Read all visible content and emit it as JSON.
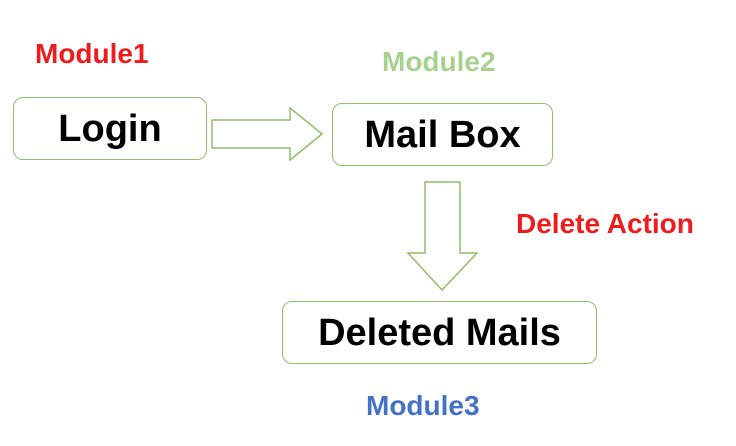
{
  "labels": {
    "module1": "Module1",
    "module2": "Module2",
    "module3": "Module3",
    "action": "Delete Action"
  },
  "boxes": {
    "login": "Login",
    "mailbox": "Mail Box",
    "deleted": "Deleted Mails"
  },
  "colors": {
    "module1": "#ee1c1c",
    "module2": "#a9d18e",
    "module3": "#4472c4",
    "action": "#ee1c1c",
    "outline": "#8fbf6a"
  }
}
